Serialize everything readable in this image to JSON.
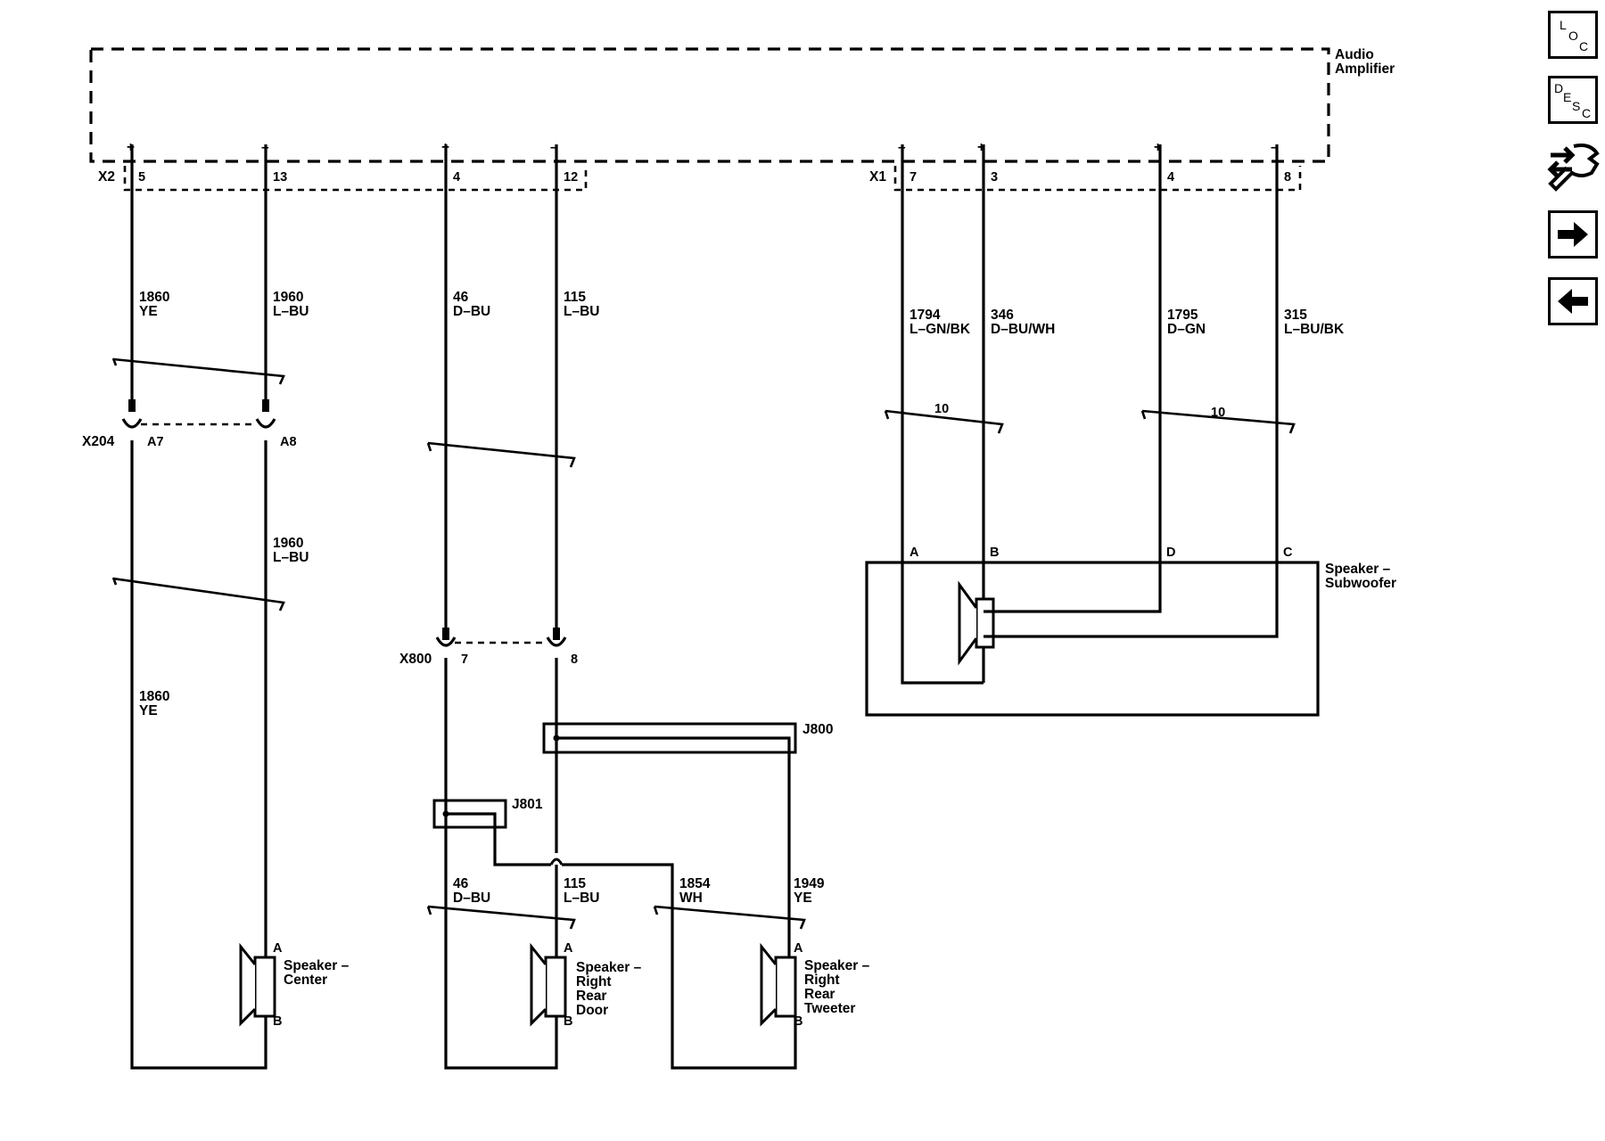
{
  "amplifier": {
    "label_line1": "Audio",
    "label_line2": "Amplifier"
  },
  "connectors": {
    "x2": {
      "name": "X2",
      "pins": [
        "5",
        "13",
        "4",
        "12"
      ],
      "polarity": [
        "+",
        "–",
        "+",
        "–"
      ]
    },
    "x1": {
      "name": "X1",
      "pins": [
        "7",
        "3",
        "4",
        "8"
      ],
      "polarity": [
        "–",
        "+",
        "+",
        "–"
      ]
    },
    "x204": {
      "name": "X204",
      "pins": [
        "A7",
        "A8"
      ]
    },
    "x800": {
      "name": "X800",
      "pins": [
        "7",
        "8"
      ]
    }
  },
  "wires": {
    "w1860": {
      "circuit": "1860",
      "color": "YE"
    },
    "w1960": {
      "circuit": "1960",
      "color": "L–BU"
    },
    "w46": {
      "circuit": "46",
      "color": "D–BU"
    },
    "w115": {
      "circuit": "115",
      "color": "L–BU"
    },
    "w1794": {
      "circuit": "1794",
      "color": "L–GN/BK"
    },
    "w346": {
      "circuit": "346",
      "color": "D–BU/WH"
    },
    "w1795": {
      "circuit": "1795",
      "color": "D–GN"
    },
    "w315": {
      "circuit": "315",
      "color": "L–BU/BK"
    },
    "w1854": {
      "circuit": "1854",
      "color": "WH"
    },
    "w1949": {
      "circuit": "1949",
      "color": "YE"
    }
  },
  "twist_labels": {
    "left": "10",
    "right": "10"
  },
  "splices": {
    "j800": "J800",
    "j801": "J801"
  },
  "subwoofer": {
    "label_line1": "Speaker –",
    "label_line2": "Subwoofer",
    "pins": [
      "A",
      "B",
      "D",
      "C"
    ]
  },
  "speakers": {
    "center": {
      "lines": [
        "Speaker –",
        "Center"
      ],
      "pin_a": "A",
      "pin_b": "B"
    },
    "rr_door": {
      "lines": [
        "Speaker –",
        "Right",
        "Rear",
        "Door"
      ],
      "pin_a": "A",
      "pin_b": "B"
    },
    "rr_tweeter": {
      "lines": [
        "Speaker –",
        "Right",
        "Rear",
        "Tweeter"
      ],
      "pin_a": "A",
      "pin_b": "B"
    }
  },
  "nav": {
    "loc": {
      "l": "L",
      "o": "O",
      "c": "C",
      "icon": "loc-icon"
    },
    "desc": {
      "d": "D",
      "e": "E",
      "s": "S",
      "c": "C",
      "icon": "desc-icon"
    },
    "diag_icon": "connector-wrench-icon",
    "next_icon": "arrow-right-icon",
    "prev_icon": "arrow-left-icon"
  }
}
